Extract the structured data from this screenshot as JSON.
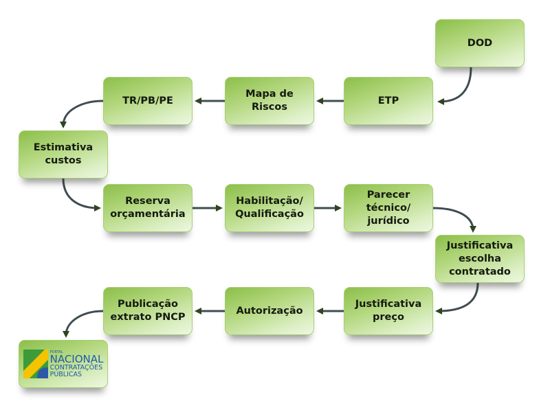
{
  "diagram": {
    "type": "flowchart",
    "colors": {
      "box_start": "#8cbf4a",
      "box_end": "#eef7e2",
      "arrow": "#3f4d52",
      "arrowhead": "#2f4420",
      "text": "#151a10",
      "logo_blue": "#1d5aa8"
    },
    "steps": [
      {
        "id": "dod",
        "label": "DOD"
      },
      {
        "id": "etp",
        "label": "ETP"
      },
      {
        "id": "mapa",
        "label": "Mapa de\nRiscos"
      },
      {
        "id": "tr",
        "label": "TR/PB/PE"
      },
      {
        "id": "estimativa",
        "label": "Estimativa\ncustos"
      },
      {
        "id": "reserva",
        "label": "Reserva\norçamentária"
      },
      {
        "id": "habilitacao",
        "label": "Habilitação/\nQualificação"
      },
      {
        "id": "parecer",
        "label": "Parecer\ntécnico/\njurídico"
      },
      {
        "id": "escolha",
        "label": "Justificativa\nescolha\ncontratado"
      },
      {
        "id": "preco",
        "label": "Justificativa\npreço"
      },
      {
        "id": "autorizacao",
        "label": "Autorização"
      },
      {
        "id": "publicacao",
        "label": "Publicação\nextrato PNCP"
      }
    ],
    "logo": {
      "small": "PORTAL",
      "name": "NACIONAL",
      "line2": "CONTRATAÇÕES",
      "line3": "PÚBLICAS"
    },
    "edges": [
      [
        "dod",
        "etp"
      ],
      [
        "etp",
        "mapa"
      ],
      [
        "mapa",
        "tr"
      ],
      [
        "tr",
        "estimativa"
      ],
      [
        "estimativa",
        "reserva"
      ],
      [
        "reserva",
        "habilitacao"
      ],
      [
        "habilitacao",
        "parecer"
      ],
      [
        "parecer",
        "escolha"
      ],
      [
        "escolha",
        "preco"
      ],
      [
        "preco",
        "autorizacao"
      ],
      [
        "autorizacao",
        "publicacao"
      ],
      [
        "publicacao",
        "logo"
      ]
    ]
  }
}
